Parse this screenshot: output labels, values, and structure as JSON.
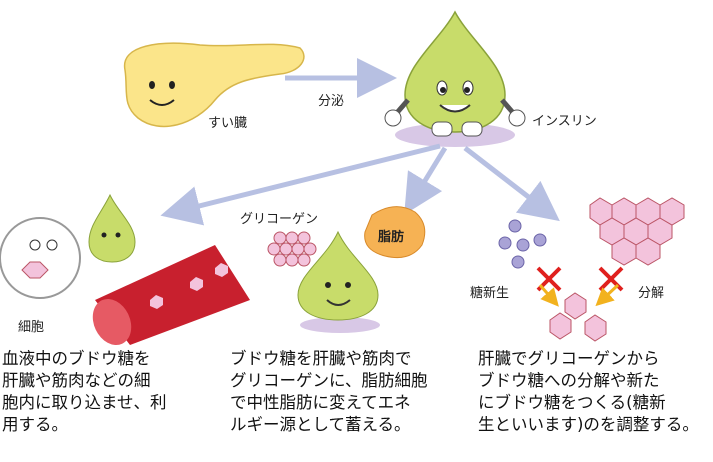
{
  "labels": {
    "pancreas": "すい臓",
    "secretion": "分泌",
    "insulin": "インスリン",
    "cell": "細胞",
    "glycogen": "グリコーゲン",
    "fat": "脂肪",
    "gluconeogenesis": "糖新生",
    "breakdown": "分解"
  },
  "descriptions": {
    "left": [
      "血液中のブドウ糖を",
      "肝臓や筋肉などの細",
      "胞内に取り込ませ、利",
      "用する。"
    ],
    "middle": [
      "ブドウ糖を肝臓や筋肉で",
      "グリコーゲンに、脂肪細胞",
      "で中性脂肪に変えてエネ",
      "ルギー源として蓄える。"
    ],
    "right": [
      "肝臓でグリコーゲンから",
      "ブドウ糖への分解や新た",
      "にブドウ糖をつくる(糖新",
      "生といいます)のを調整する。"
    ]
  },
  "colors": {
    "pancreas": "#fbe58a",
    "insulin": "#c8dc6a",
    "arrow": "#b7c0e2",
    "glucose": "#f3c3dc",
    "vessel": "#c8202e",
    "fat": "#f6b254",
    "cross": "#e0201e"
  }
}
